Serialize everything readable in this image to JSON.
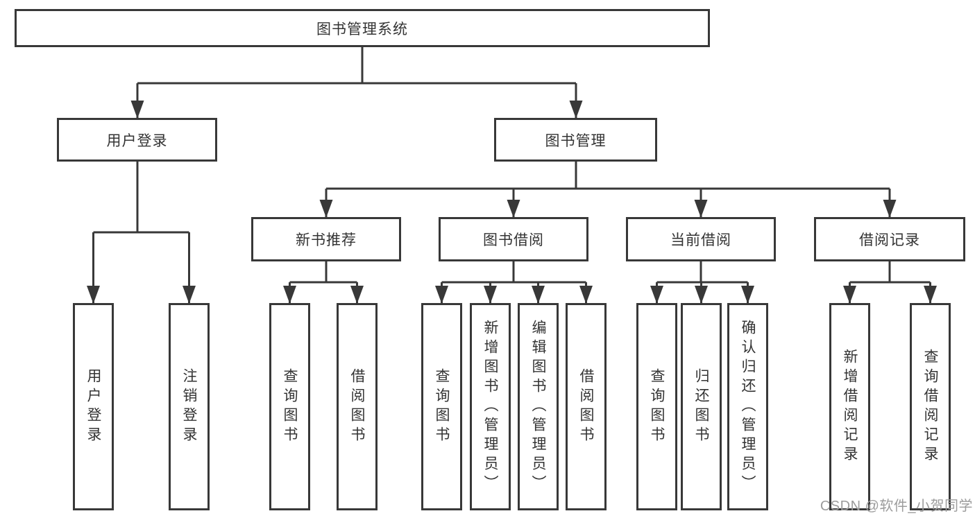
{
  "colors": {
    "line": "#383838",
    "box_border": "#383838",
    "box_background": "#ffffff",
    "text": "#333333",
    "watermark": "#9c9c9c",
    "page_background": "#ffffff"
  },
  "tree": {
    "label": "图书管理系统",
    "children": [
      {
        "label": "用户登录",
        "children": [
          {
            "label": "用户登录"
          },
          {
            "label": "注销登录"
          }
        ]
      },
      {
        "label": "图书管理",
        "children": [
          {
            "label": "新书推荐",
            "children": [
              {
                "label": "查询图书"
              },
              {
                "label": "借阅图书"
              }
            ]
          },
          {
            "label": "图书借阅",
            "children": [
              {
                "label": "查询图书"
              },
              {
                "label": "新增图书（管理员）"
              },
              {
                "label": "编辑图书（管理员）"
              },
              {
                "label": "借阅图书"
              }
            ]
          },
          {
            "label": "当前借阅",
            "children": [
              {
                "label": "查询图书"
              },
              {
                "label": "归还图书"
              },
              {
                "label": "确认归还（管理员）"
              }
            ]
          },
          {
            "label": "借阅记录",
            "children": [
              {
                "label": "新增借阅记录"
              },
              {
                "label": "查询借阅记录"
              }
            ]
          }
        ]
      }
    ]
  },
  "watermark": {
    "text": "CSDN @软件_小贺同学"
  }
}
